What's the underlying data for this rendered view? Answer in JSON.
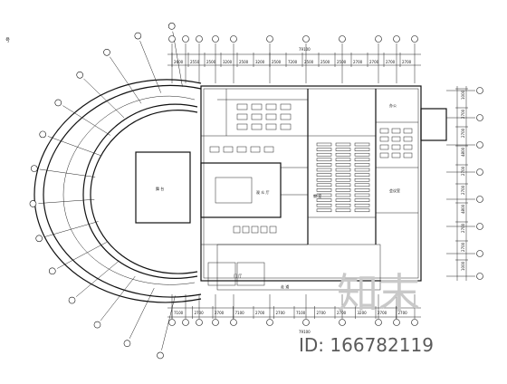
{
  "drawing": {
    "corner_mark": "号",
    "total_dimension_top": "79100",
    "total_dimension_bottom": "79100",
    "dims_top": [
      "2600",
      "2550",
      "2500",
      "3200",
      "2500",
      "3200",
      "2500",
      "7200",
      "2500",
      "2500",
      "2500",
      "2700",
      "2700",
      "2700",
      "2700"
    ],
    "dims_bottom": [
      "7100",
      "2700",
      "2700",
      "7100",
      "2700",
      "2700",
      "7100",
      "2700",
      "2700",
      "3200",
      "2700",
      "2700"
    ],
    "dims_right": [
      "1000",
      "2700",
      "2700",
      "4800",
      "2700",
      "2700",
      "4800",
      "2700",
      "2700",
      "1000"
    ],
    "rooms": {
      "stage_center": "舞  台",
      "hall_label": "观  众  厅",
      "classroom": "教 室",
      "meeting": "会议室",
      "office_label": "办公",
      "lobby": "门 厅",
      "corridor": "走 道"
    }
  },
  "watermark": {
    "logo_text": "知末",
    "id_text": "ID: 166782119"
  }
}
